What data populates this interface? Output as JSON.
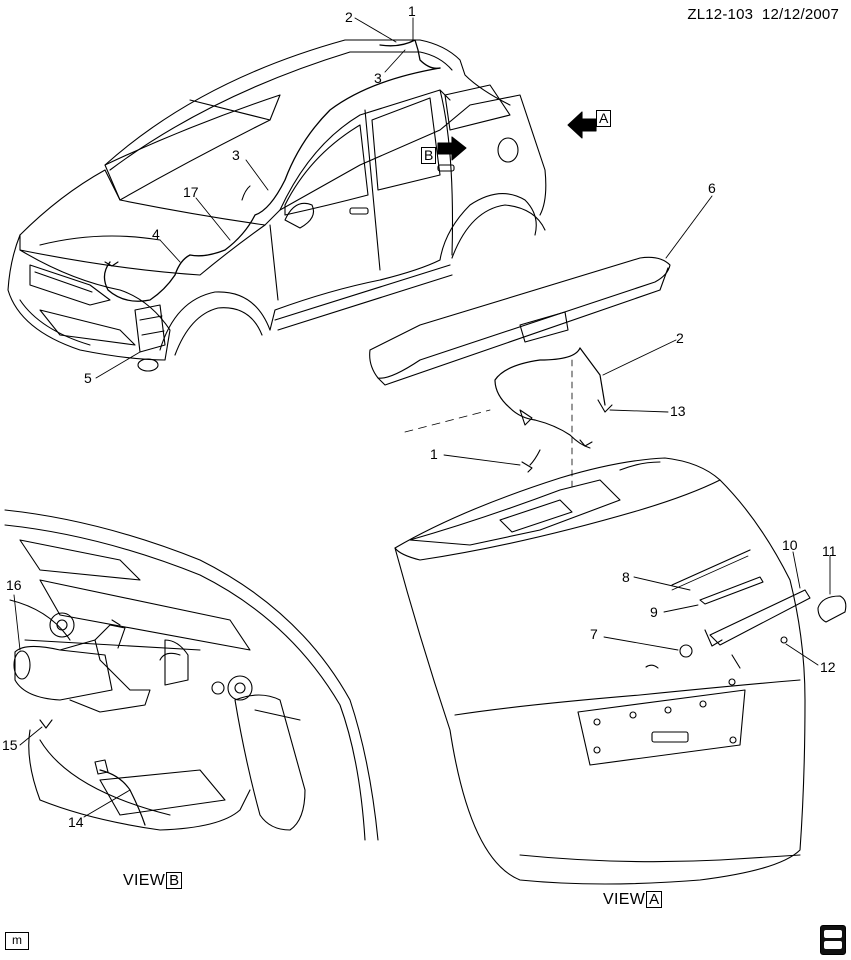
{
  "header": {
    "code": "ZL12-103",
    "date": "12/12/2007"
  },
  "views": {
    "a_label": "VIEW",
    "a_box": "A",
    "b_label": "VIEW",
    "b_box": "B"
  },
  "markers": {
    "a": "A",
    "b": "B"
  },
  "callouts": [
    "1",
    "2",
    "3",
    "3",
    "4",
    "5",
    "6",
    "2",
    "13",
    "1",
    "7",
    "8",
    "9",
    "10",
    "11",
    "12",
    "14",
    "15",
    "16",
    "17"
  ],
  "footer": {
    "m_button": "m"
  },
  "icons": [
    "arrow-a-icon",
    "arrow-b-icon",
    "gm-spo-logo-icon"
  ],
  "colors": {
    "ink": "#000000",
    "paper": "#ffffff"
  }
}
